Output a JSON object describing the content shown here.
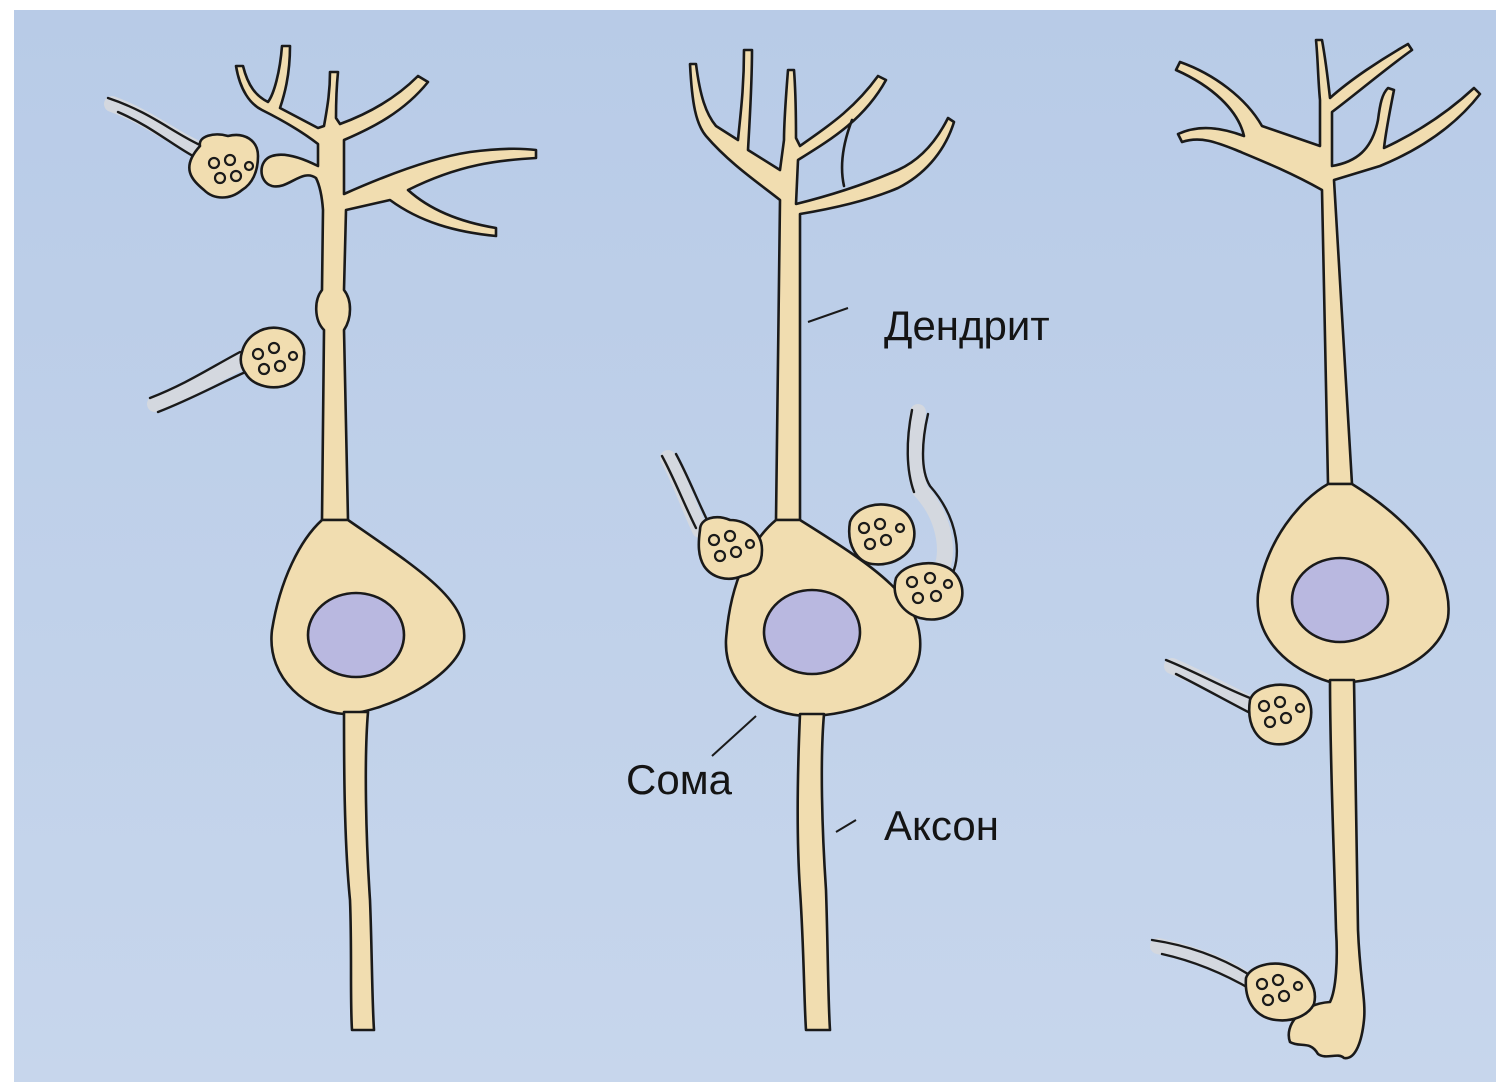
{
  "colors": {
    "background_top": "#b8cbe7",
    "background_bottom": "#c7d6ec",
    "cell_fill": "#f1ddb0",
    "nucleus_fill": "#b9b8e0",
    "outline": "#1a1a1a",
    "presynaptic_fiber": "#d4d8df"
  },
  "labels": {
    "dendrite": "Дендрит",
    "soma": "Сома",
    "axon": "Аксон"
  }
}
